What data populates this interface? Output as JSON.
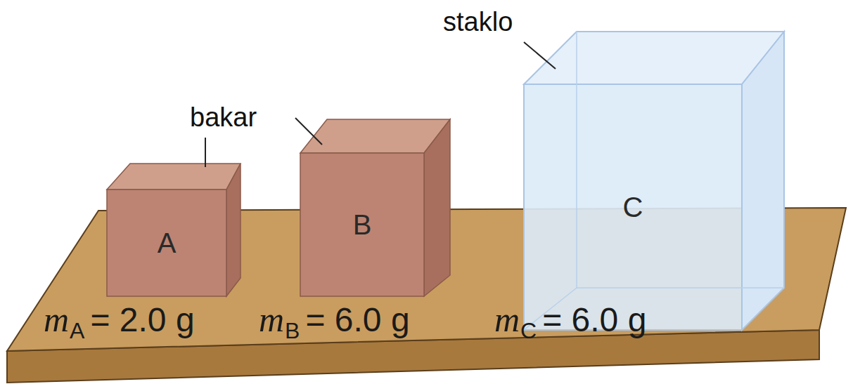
{
  "diagram": {
    "nodes": [
      {
        "text": [
          "A"
        ]
      },
      {
        "text": [
          "B"
        ]
      },
      {
        "text": [
          "C"
        ]
      }
    ],
    "labels": [
      "staklo",
      "bakar",
      "m",
      "A",
      "= 2.0 g",
      "m",
      "B",
      "= 6.0 g",
      "m",
      "C",
      "= 6.0 g"
    ]
  }
}
